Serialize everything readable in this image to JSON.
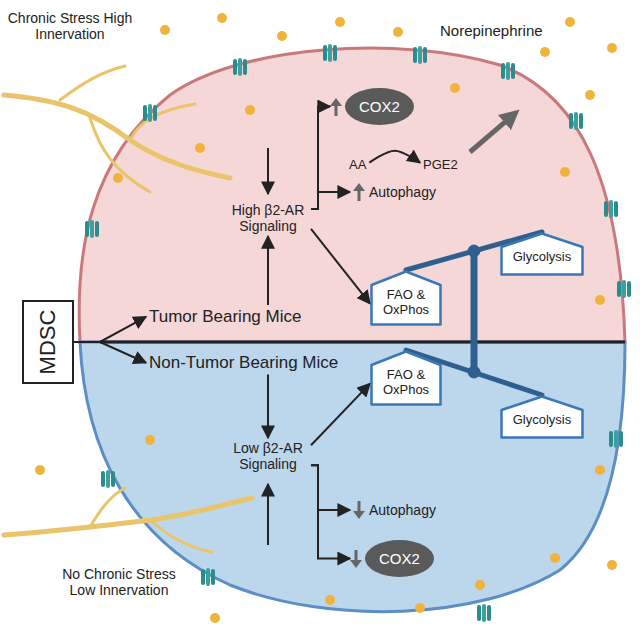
{
  "diagram": {
    "nodes": [
      {
        "text": [
          "MDSC"
        ]
      },
      {
        "text": [
          "Tumor Bearing Mice"
        ]
      },
      {
        "text": [
          "High β2-AR Signaling"
        ]
      },
      {
        "text": [
          "COX2"
        ]
      },
      {
        "text": [
          "AA"
        ]
      },
      {
        "text": [
          "PGE2"
        ]
      },
      {
        "text": [
          "Autophagy"
        ]
      },
      {
        "text": [
          "FAO & OxPhos"
        ]
      },
      {
        "text": [
          "Glycolysis"
        ]
      },
      {
        "text": [
          "Non-Tumor Bearing Mice"
        ]
      },
      {
        "text": [
          "Low β2-AR Signaling"
        ]
      },
      {
        "text": [
          "FAO & OxPhos"
        ]
      },
      {
        "text": [
          "Glycolysis"
        ]
      },
      {
        "text": [
          "Autophagy"
        ]
      },
      {
        "text": [
          "COX2"
        ]
      }
    ],
    "edges": [
      {
        "from": 0,
        "to": 1,
        "arrow": "to"
      },
      {
        "from": 0,
        "to": 9,
        "arrow": "to"
      },
      {
        "from": 1,
        "to": 2,
        "arrow": "to"
      },
      {
        "from": 9,
        "to": 10,
        "arrow": "to"
      },
      {
        "from": 2,
        "to": 3,
        "arrow": "to"
      },
      {
        "from": 2,
        "to": 6,
        "arrow": "to"
      },
      {
        "from": 2,
        "to": 7,
        "arrow": "to"
      },
      {
        "from": 4,
        "to": 5,
        "arrow": "to"
      },
      {
        "from": 10,
        "to": 11,
        "arrow": "to"
      },
      {
        "from": 10,
        "to": 13,
        "arrow": "to"
      },
      {
        "from": 10,
        "to": 14,
        "arrow": "to"
      }
    ],
    "labels": [
      "Chronic Stress High Innervation",
      "Norepinephrine",
      "No Chronic Stress Low Innervation"
    ]
  }
}
